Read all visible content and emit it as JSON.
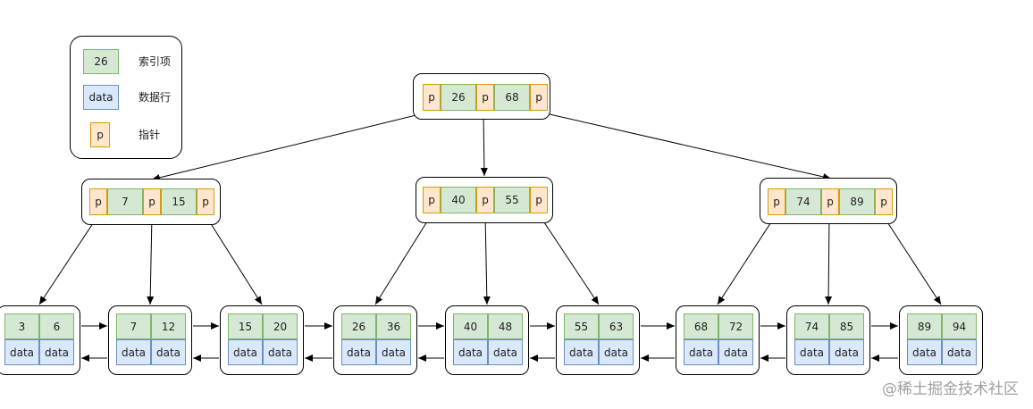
{
  "legend": {
    "items": [
      {
        "sample": "26",
        "label": "索引项"
      },
      {
        "sample": "data",
        "label": "数据行"
      },
      {
        "sample": "p",
        "label": "指针"
      }
    ]
  },
  "root": {
    "cells": [
      "p",
      "26",
      "p",
      "68",
      "p"
    ]
  },
  "internal": [
    {
      "cells": [
        "p",
        "7",
        "p",
        "15",
        "p"
      ]
    },
    {
      "cells": [
        "p",
        "40",
        "p",
        "55",
        "p"
      ]
    },
    {
      "cells": [
        "p",
        "74",
        "p",
        "89",
        "p"
      ]
    }
  ],
  "leaves": [
    {
      "keys": [
        "3",
        "6"
      ],
      "data": [
        "data",
        "data"
      ]
    },
    {
      "keys": [
        "7",
        "12"
      ],
      "data": [
        "data",
        "data"
      ]
    },
    {
      "keys": [
        "15",
        "20"
      ],
      "data": [
        "data",
        "data"
      ]
    },
    {
      "keys": [
        "26",
        "36"
      ],
      "data": [
        "data",
        "data"
      ]
    },
    {
      "keys": [
        "40",
        "48"
      ],
      "data": [
        "data",
        "data"
      ]
    },
    {
      "keys": [
        "55",
        "63"
      ],
      "data": [
        "data",
        "data"
      ]
    },
    {
      "keys": [
        "68",
        "72"
      ],
      "data": [
        "data",
        "data"
      ]
    },
    {
      "keys": [
        "74",
        "85"
      ],
      "data": [
        "data",
        "data"
      ]
    },
    {
      "keys": [
        "89",
        "94"
      ],
      "data": [
        "data",
        "data"
      ]
    }
  ],
  "watermark": "@稀土掘金技术社区"
}
